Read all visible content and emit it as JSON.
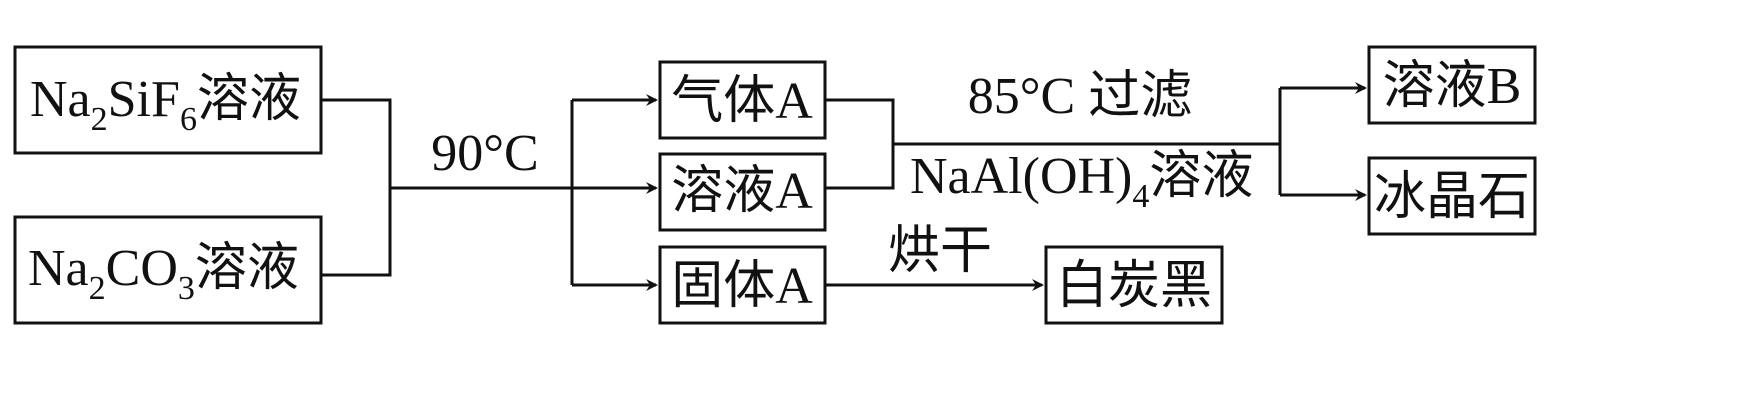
{
  "nodes": {
    "na2sif6": {
      "formula": [
        "Na",
        "2",
        "SiF",
        "6"
      ],
      "suffix": "溶液"
    },
    "na2co3": {
      "formula": [
        "Na",
        "2",
        "CO",
        "3"
      ],
      "suffix": "溶液"
    },
    "gas_a": {
      "label": "气体A"
    },
    "solution_a": {
      "label": "溶液A"
    },
    "solid_a": {
      "label": "固体A"
    },
    "solution_b": {
      "label": "溶液B"
    },
    "cryolite": {
      "label": "冰晶石"
    },
    "white_carbon_black": {
      "label": "白炭黑"
    }
  },
  "conditions": {
    "step1": "90°C",
    "step2_top": "85°C 过滤",
    "step2_reagent": {
      "formula": [
        "NaAl(OH)",
        "4"
      ],
      "suffix": "溶液"
    },
    "step3": "烘干"
  }
}
